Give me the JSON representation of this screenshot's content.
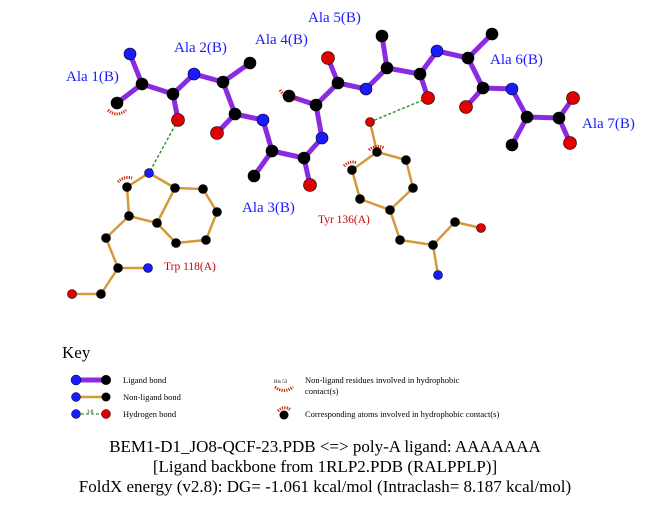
{
  "residues": {
    "ala1": "Ala 1(B)",
    "ala2": "Ala 2(B)",
    "ala3": "Ala 3(B)",
    "ala4": "Ala 4(B)",
    "ala5": "Ala 5(B)",
    "ala6": "Ala 6(B)",
    "ala7": "Ala 7(B)",
    "trp": "Trp 118(A)",
    "tyr": "Tyr 136(A)"
  },
  "key": {
    "title": "Key",
    "ligand_bond": "Ligand bond",
    "nonligand_bond": "Non-ligand bond",
    "hydrogen_bond": "Hydrogen bond",
    "hbond_length": "3.0",
    "example_residue": "His 53",
    "hydrophobic_residues": "Non-ligand residues involved in hydrophobic",
    "hydrophobic_residues_2": "contact(s)",
    "hydrophobic_atoms": "Corresponding atoms involved in hydrophobic contact(s)"
  },
  "caption": {
    "line1": "BEM1-D1_JO8-QCF-23.PDB <=> poly-A ligand: AAAAAAA",
    "line2": "[Ligand backbone from 1RLP2.PDB (RALPPLP)]",
    "line3": "FoldX energy (v2.8): DG= -1.061 kcal/mol (Intraclash= 8.187 kcal/mol)"
  },
  "colors": {
    "ligand_bond": "#8a2be2",
    "nonligand_bond": "#d49a3a",
    "hbond": "#2e9a2e",
    "carbon": "#000000",
    "nitrogen": "#1a1aff",
    "oxygen": "#e00000",
    "hydrophobic": "#cc2200"
  }
}
